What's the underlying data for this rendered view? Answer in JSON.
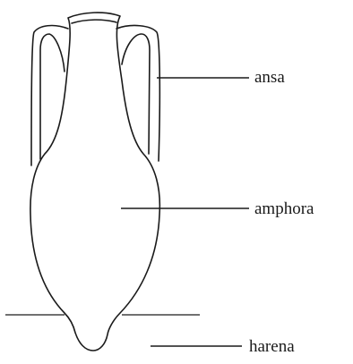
{
  "labels": {
    "handle": "ansa",
    "vessel": "amphora",
    "sand": "harena"
  },
  "colors": {
    "ink": "#1a1a1a",
    "background": "#ffffff"
  }
}
